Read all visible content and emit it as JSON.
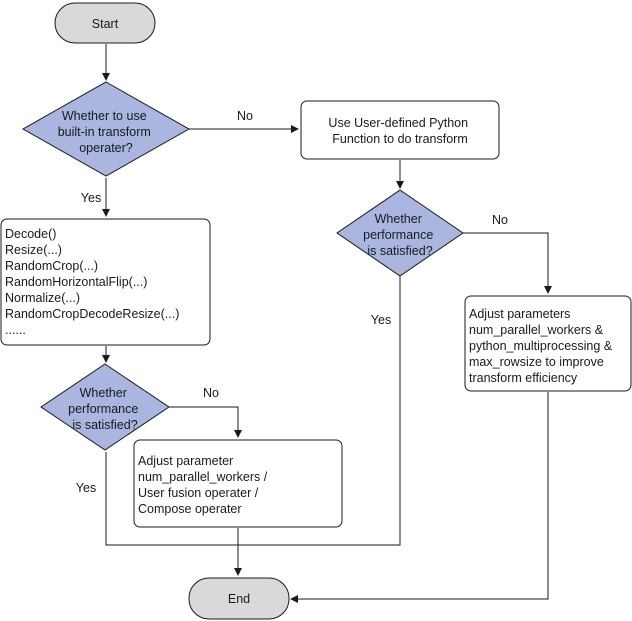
{
  "nodes": {
    "start": {
      "label": "Start"
    },
    "end": {
      "label": "End"
    },
    "decision_builtin": {
      "lines": [
        "Whether to use",
        "built-in transform",
        "operater?"
      ]
    },
    "udf_box": {
      "lines": [
        "Use User-defined Python",
        "Function to do transform"
      ]
    },
    "ops_box": {
      "lines": [
        "Decode()",
        "Resize(...)",
        "RandomCrop(...)",
        "RandomHorizontalFlip(...)",
        "Normalize(...)",
        "RandomCropDecodeResize(...)",
        "......"
      ]
    },
    "decision_perf_left": {
      "lines": [
        "Whether",
        "performance",
        "is satisfied?"
      ]
    },
    "decision_perf_right": {
      "lines": [
        "Whether",
        "performance",
        "is satisfied?"
      ]
    },
    "adjust_left": {
      "lines": [
        "Adjust parameter",
        "num_parallel_workers /",
        "User fusion operater /",
        "Compose operater"
      ]
    },
    "adjust_right": {
      "lines": [
        "Adjust parameters",
        "num_parallel_workers &",
        "python_multiprocessing &",
        "max_rowsize to improve",
        "transform efficiency"
      ]
    }
  },
  "edge_labels": {
    "builtin_no": "No",
    "builtin_yes": "Yes",
    "perf_left_no": "No",
    "perf_left_yes": "Yes",
    "perf_right_no": "No",
    "perf_right_yes": "Yes"
  },
  "colors": {
    "terminal_fill": "#d9d9d9",
    "decision_fill": "#aab5e0",
    "stroke": "#1a1a1a",
    "box_fill": "#ffffff"
  }
}
